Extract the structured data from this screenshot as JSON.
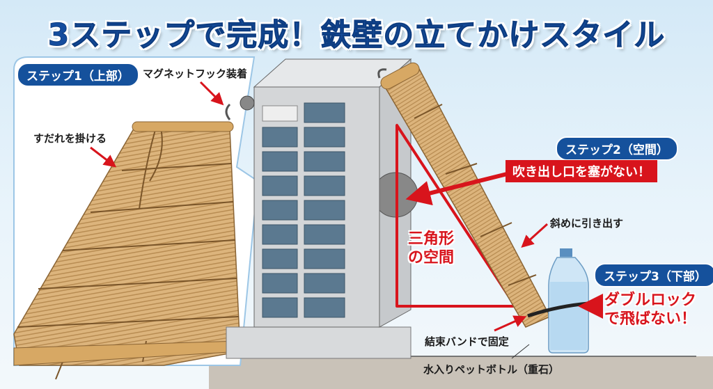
{
  "title": "3ステップで完成！鉄壁の立てかけスタイル",
  "step1": {
    "badge": "ステップ1（上部）",
    "hook_label": "マグネットフック装着",
    "hang_label": "すだれを掛ける"
  },
  "step2": {
    "badge": "ステップ2（空間）",
    "warning": "吹き出し口を塞がない！",
    "pull_label": "斜めに引き出す",
    "triangle_label": "三角形\nの空間"
  },
  "step3": {
    "badge": "ステップ3（下部）",
    "lock_label": "ダブルロック\nで飛ばない！",
    "band_label": "結束バンドで固定",
    "bottle_label": "水入りペットボトル（重石）"
  },
  "colors": {
    "brand_blue": "#154d9e",
    "alert_red": "#d8141c",
    "bamboo": "#d9b27a"
  }
}
